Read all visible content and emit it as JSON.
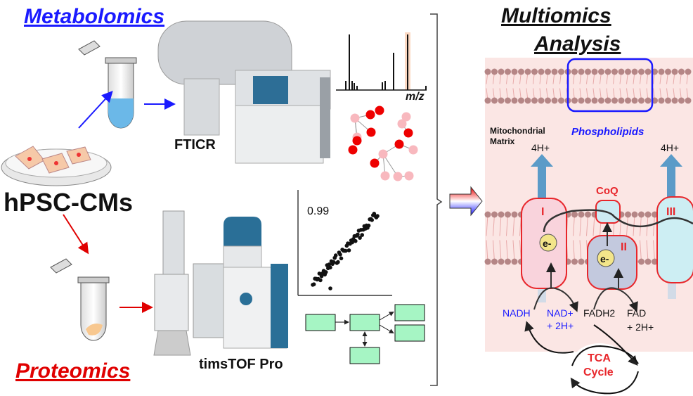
{
  "left": {
    "metabolomics_title": "Metabolomics",
    "proteomics_title": "Proteomics",
    "cells_label": "hPSC-CMs",
    "fticr_label": "FTICR",
    "timstof_label": "timsTOF Pro"
  },
  "spectrum": {
    "axis_label": "m/z"
  },
  "scatter": {
    "correlation_label": "0.99"
  },
  "right": {
    "title_line1": "Multiomics",
    "title_line2": "Analysis",
    "phospholipids_label": "Phospholipids",
    "matrix_line1": "Mitochondrial",
    "matrix_line2": "Matrix",
    "proton_left": "4H+",
    "proton_right": "4H+",
    "complex_1": "I",
    "complex_2": "II",
    "complex_3": "III",
    "coq_label": "CoQ",
    "electron_1": "e-",
    "electron_2": "e-",
    "nadh": "NADH",
    "nad_line1": "NAD+",
    "nad_line2": "+ 2H+",
    "fadh2": "FADH2",
    "fad_line1": "FAD",
    "fad_line2": "+ 2H+",
    "tca_line1": "TCA",
    "tca_line2": "Cycle"
  },
  "colors": {
    "metabolomics": "#1a1aff",
    "proteomics": "#e00000",
    "complex_red": "#e8262b",
    "proton_arrow": "#5b9bc8",
    "flow_box": "#a6f5c4",
    "background_pink": "#fbe6e4"
  }
}
